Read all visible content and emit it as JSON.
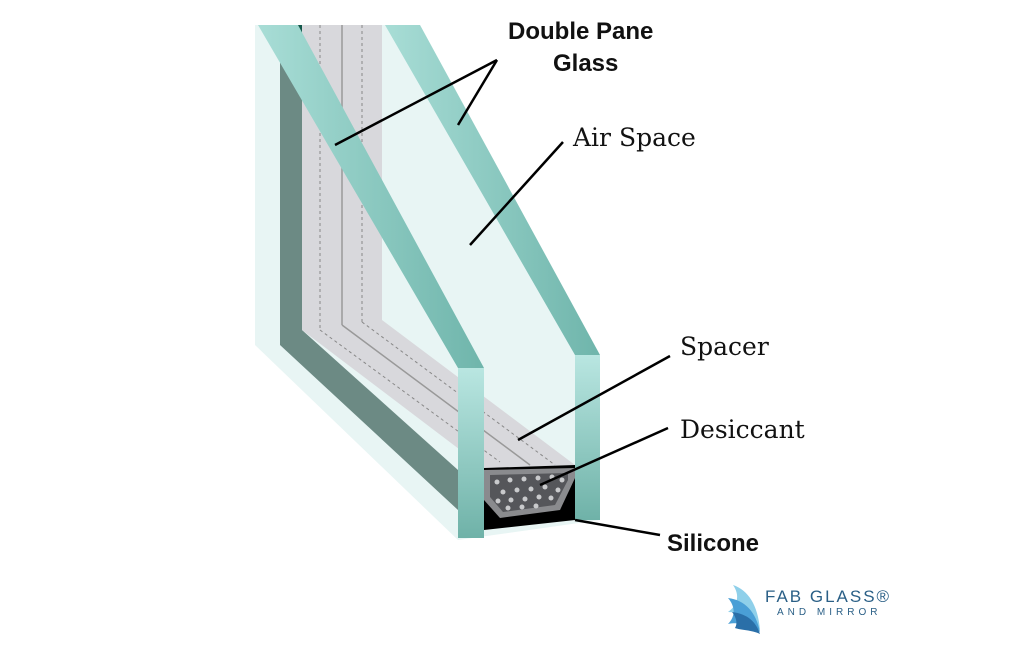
{
  "labels": {
    "double_pane_line1": "Double Pane",
    "double_pane_line2": "Glass",
    "air_space": "Air Space",
    "spacer": "Spacer",
    "desiccant": "Desiccant",
    "silicone": "Silicone"
  },
  "logo": {
    "name": "FAB GLASS®",
    "tagline": "AND MIRROR"
  },
  "colors": {
    "glass_edge": "#8fcfc6",
    "glass_face": "#e6f5f4",
    "frame_dark": "#5f7d77",
    "spacer": "#d6d6da",
    "desiccant": "#55565a",
    "silicone": "#000000",
    "logo_blue": "#2a6fa8"
  }
}
